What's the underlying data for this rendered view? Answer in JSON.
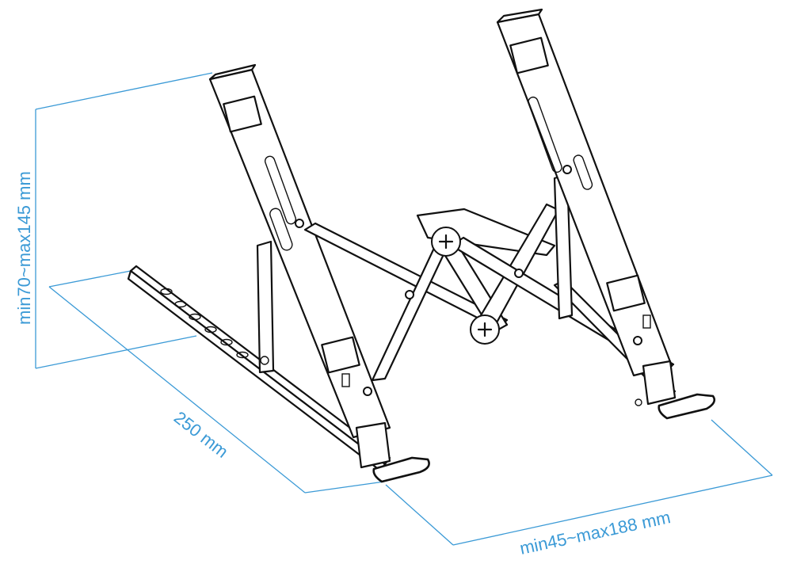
{
  "dimensions": {
    "height_label": "min70~max145 mm",
    "depth_label": "250 mm",
    "width_label": "min45~max188 mm"
  },
  "colors": {
    "dimension": "#3b9ad6",
    "outline": "#111111"
  }
}
